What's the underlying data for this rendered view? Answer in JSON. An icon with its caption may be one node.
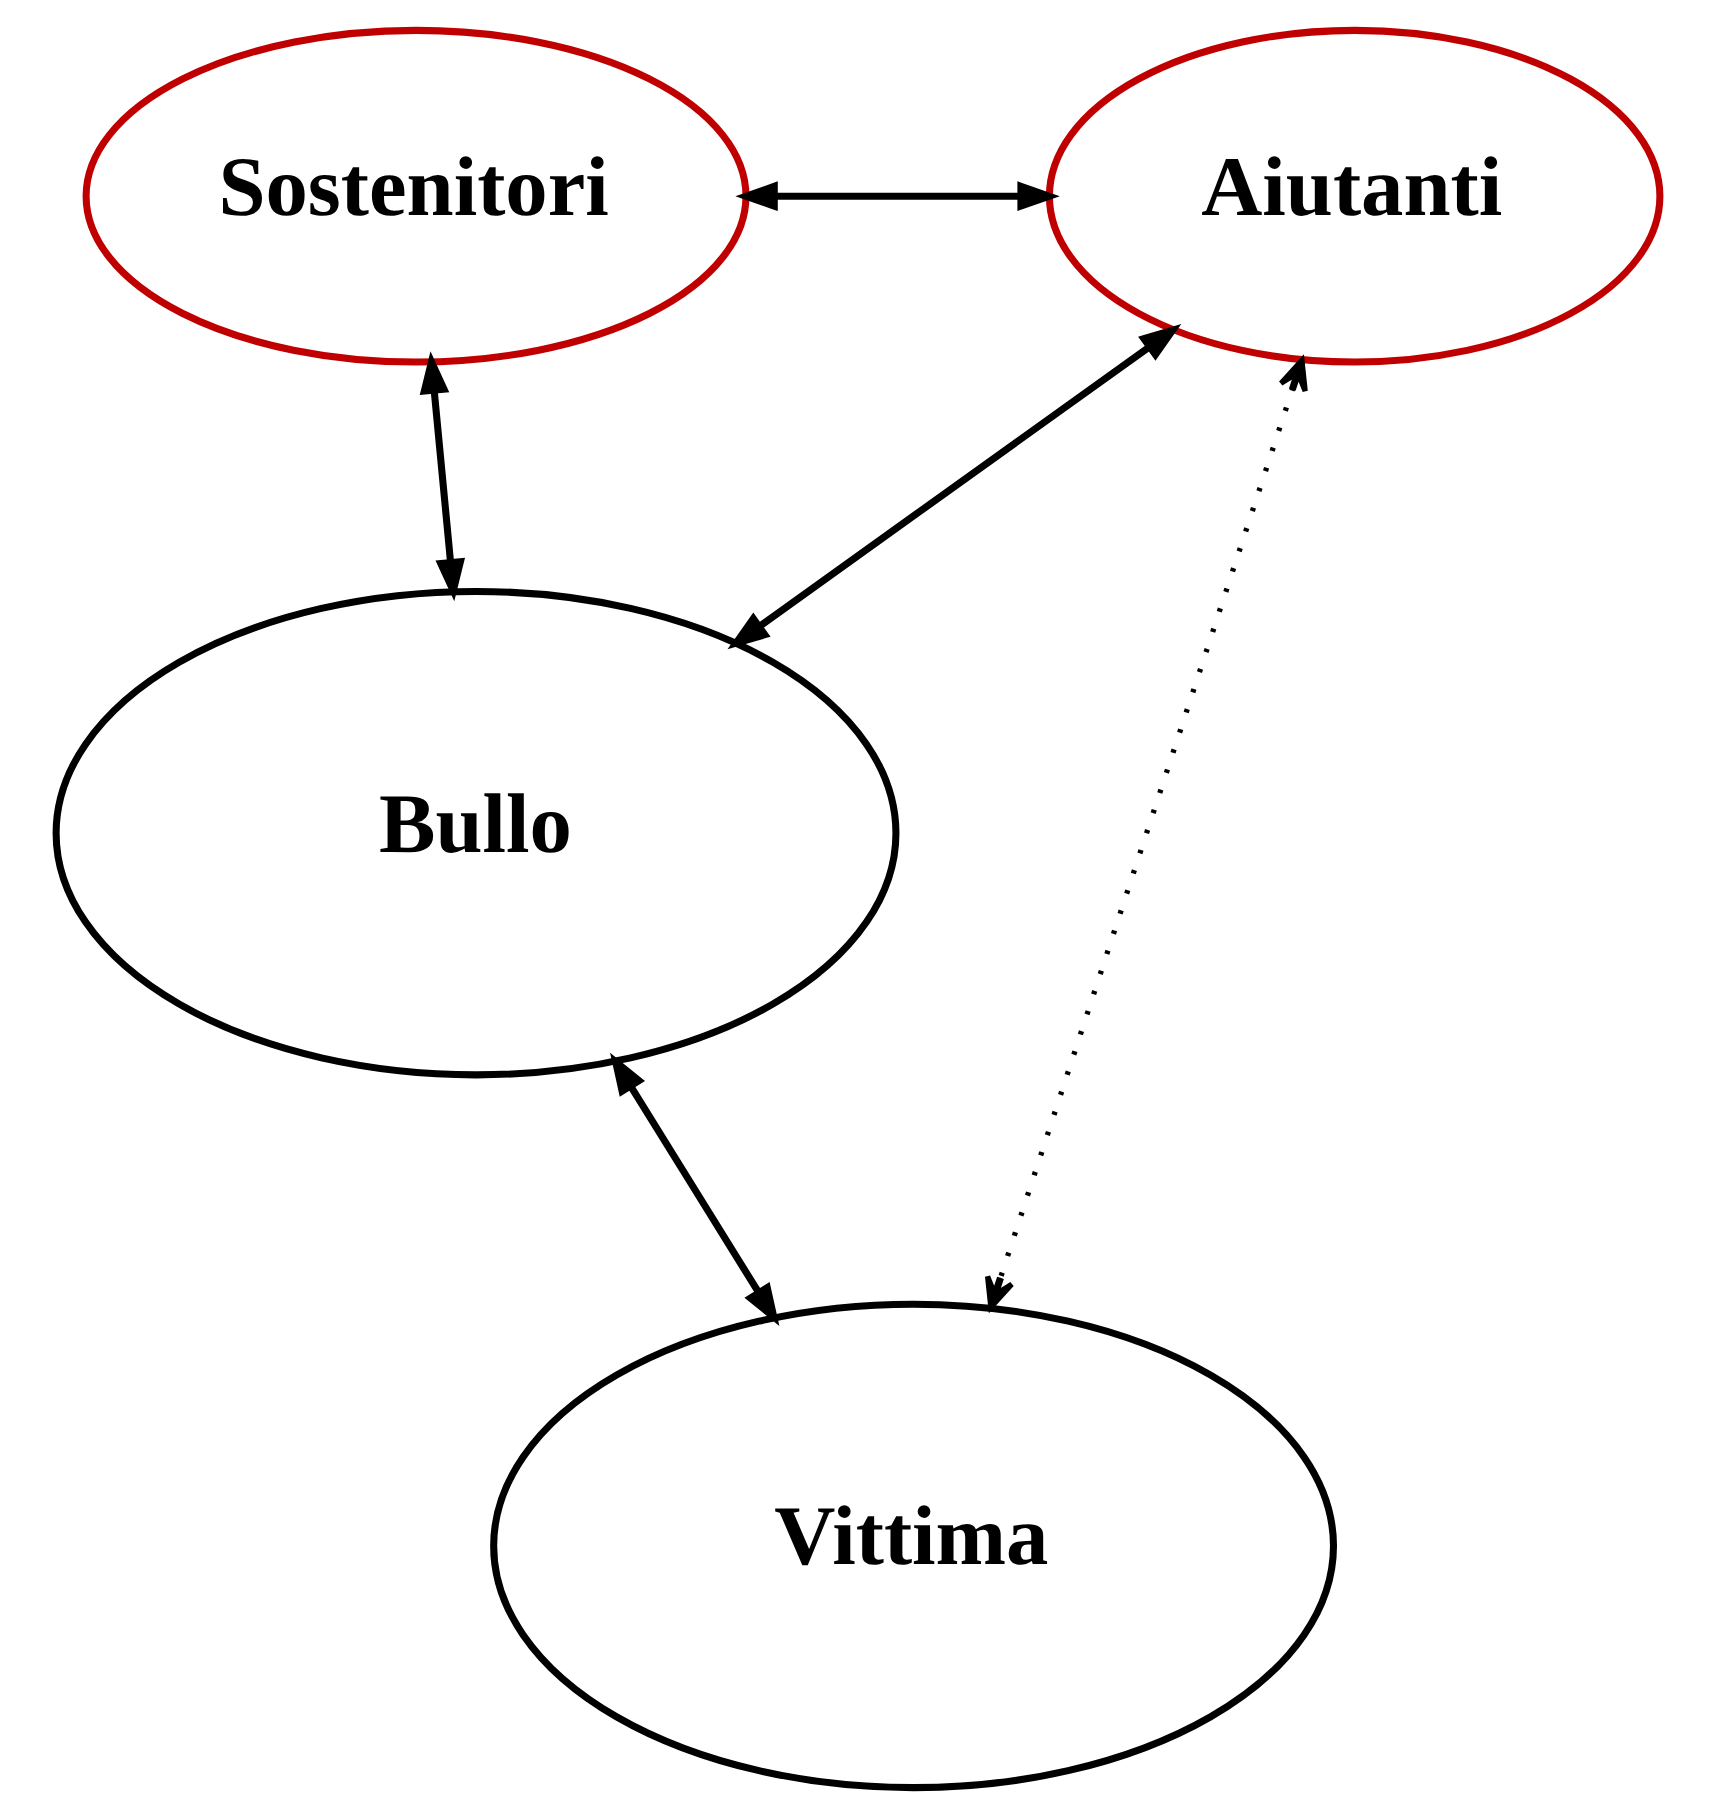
{
  "diagram": {
    "nodes": [
      {
        "text": [
          "Sostenitori"
        ]
      },
      {
        "text": [
          "Aiutanti"
        ]
      },
      {
        "text": [
          "Bullo"
        ]
      },
      {
        "text": [
          "Vittima"
        ]
      }
    ],
    "edges": [
      {
        "from": 0,
        "to": 1,
        "arrow": "both"
      },
      {
        "from": 0,
        "to": 2,
        "arrow": "both"
      },
      {
        "from": 1,
        "to": 2,
        "arrow": "both"
      },
      {
        "from": 2,
        "to": 3,
        "arrow": "both"
      },
      {
        "from": 1,
        "to": 3,
        "arrow": "both",
        "style": "dashed"
      }
    ]
  }
}
